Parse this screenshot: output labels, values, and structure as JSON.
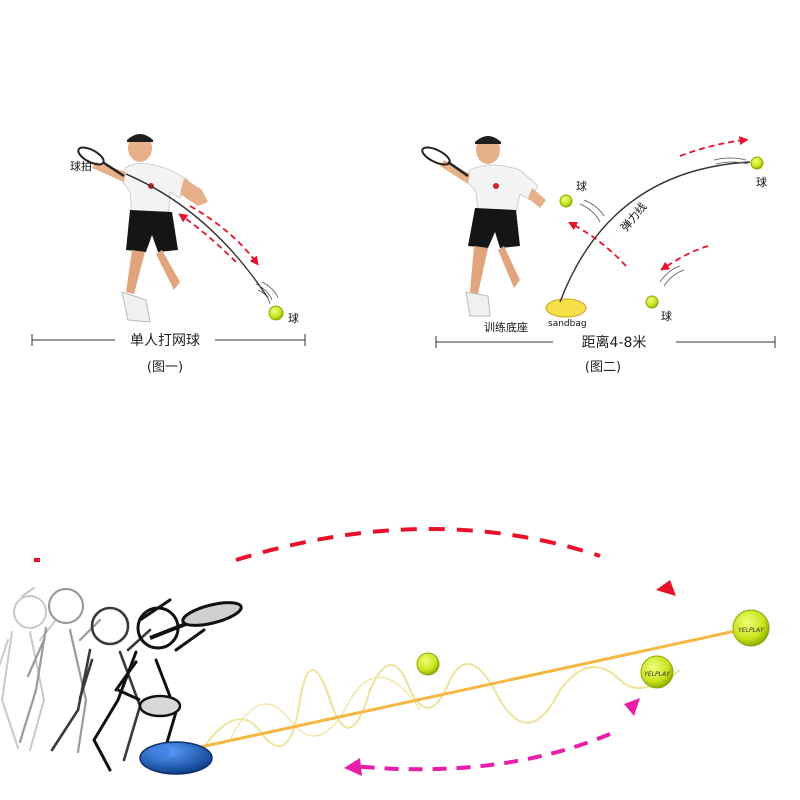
{
  "figure1": {
    "racket_label": "球拍",
    "ball_label": "球",
    "caption": "单人打网球",
    "number": "(图一)"
  },
  "figure2": {
    "ball_label_top": "球",
    "ball_label_right": "球",
    "ball_label_bottom": "球",
    "elastic_label": "弹力线",
    "base_label": "训练底座",
    "sandbag_label": "sandbag",
    "caption": "距离4-8米",
    "number": "(图二)"
  },
  "illustration": {
    "ball_brand": "YELPLAY"
  },
  "colors": {
    "arrow_red": "#e8102a",
    "arrow_magenta": "#e81ea8",
    "rope": "#f5b642",
    "rope_tangle": "#efe29a",
    "ball": "#c8e21a",
    "ball_outline": "#8aa80a",
    "base": "#1f5fb8",
    "sandbag": "#f6e04a",
    "string": "#333333"
  }
}
